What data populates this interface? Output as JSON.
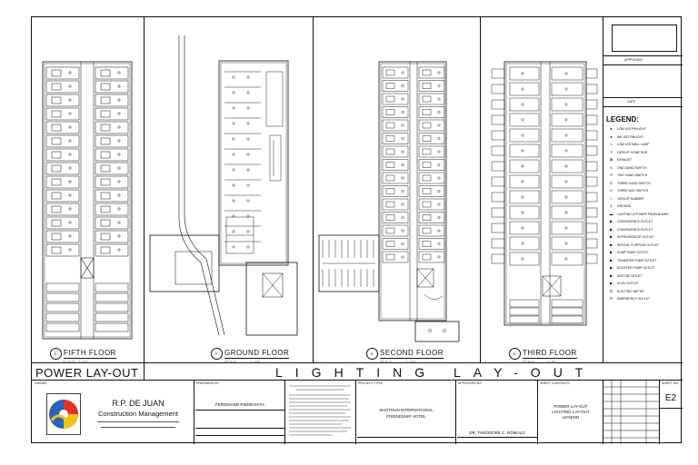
{
  "drawing": {
    "floors": [
      {
        "name": "FIFTH FLOOR",
        "scale_text": "SCALE",
        "scale_value": "1:100"
      },
      {
        "name": "GROUND FLOOR",
        "scale_text": "SCALE",
        "scale_value": "1:100"
      },
      {
        "name": "SECOND FLOOR",
        "scale_text": "SCALE",
        "scale_value": "1:100"
      },
      {
        "name": "THIRD FLOOR",
        "scale_text": "SCALE",
        "scale_value": "1:100"
      }
    ],
    "left_title": "POWER LAY-OUT",
    "main_title": "LIGHTING LAY-OUT"
  },
  "revision_panel": {
    "approved_label": "APPROVED",
    "date_label": "DATE",
    "sheet_label": "SHEET NO."
  },
  "legend": {
    "title": "LEGEND:",
    "items": [
      {
        "symbol": "led-pinlight-symbol",
        "text": "LOW LED PINLIGHT"
      },
      {
        "symbol": "led-pinlight-symbol",
        "text": "8W LED PINLIGHT"
      },
      {
        "symbol": "wall-lamp-symbol",
        "text": "LOW LED WALL LAMP"
      },
      {
        "symbol": "home-run-symbol",
        "text": "CIRCUIT HOME RUN"
      },
      {
        "symbol": "exhaust-symbol",
        "text": "EXHAUST"
      },
      {
        "symbol": "switch-symbol",
        "text": "ONE GANG SWITCH"
      },
      {
        "symbol": "switch-symbol",
        "text": "TWO GANG SWITCH"
      },
      {
        "symbol": "switch-symbol",
        "text": "THREE GANG SWITCH"
      },
      {
        "symbol": "switch-symbol",
        "text": "THREE WAY SWITCH"
      },
      {
        "symbol": "circuit-symbol",
        "text": "CIRCUIT NUMBER"
      },
      {
        "symbol": "ground-symbol",
        "text": "GROUND"
      },
      {
        "symbol": "panelboard-symbol",
        "text": "LIGHTING & POWER PANELBOARD"
      },
      {
        "symbol": "outlet-symbol",
        "text": "CONVENIENCE OUTLET"
      },
      {
        "symbol": "outlet-symbol",
        "text": "CONVENIENCE OUTLET"
      },
      {
        "symbol": "outlet-symbol",
        "text": "REFRIGERATOR OUTLET"
      },
      {
        "symbol": "outlet-symbol",
        "text": "SPECIAL PURPOSE OUTLET"
      },
      {
        "symbol": "outlet-symbol",
        "text": "SUMP PUMP OUTLET"
      },
      {
        "symbol": "outlet-symbol",
        "text": "TRANSFER PUMP OUTLET"
      },
      {
        "symbol": "outlet-symbol",
        "text": "BOOSTER PUMP OUTLET"
      },
      {
        "symbol": "outlet-symbol",
        "text": "AIRCON OUTLET"
      },
      {
        "symbol": "outlet-symbol",
        "text": "ACCU OUTLET"
      },
      {
        "symbol": "meter-symbol",
        "text": "ELECTRIC METER"
      },
      {
        "symbol": "emergency-symbol",
        "text": "EMERGENCY OUTLET"
      }
    ]
  },
  "title_block": {
    "owner_label": "OWNER",
    "company_name": "R.P. DE JUAN",
    "company_sub": "Construction Management",
    "designer_label": "PREPARED BY",
    "designer_name": "FERDINAND PIEDRAHITA",
    "project_label": "PROJECT TITLE",
    "project_name_line1": "SHOTGUN INTERNATIONAL",
    "project_name_line2": "FRIENDSHIP HOTEL",
    "approved_label": "APPROVED BY",
    "approved_name": "DR. THEODORE C. ROMULO",
    "sheet_contents_label": "SHEET CONTENTS",
    "sheet_contents_1": "POWER LAY-OUT",
    "sheet_contents_2": "LIGHTING LAY-OUT",
    "sheet_contents_3": "LEGEND",
    "sheet_number": "E2"
  },
  "colors": {
    "line": "#111111",
    "logo_red": "#e2322b",
    "logo_blue": "#2c63b5",
    "logo_yellow": "#f2c11a"
  }
}
